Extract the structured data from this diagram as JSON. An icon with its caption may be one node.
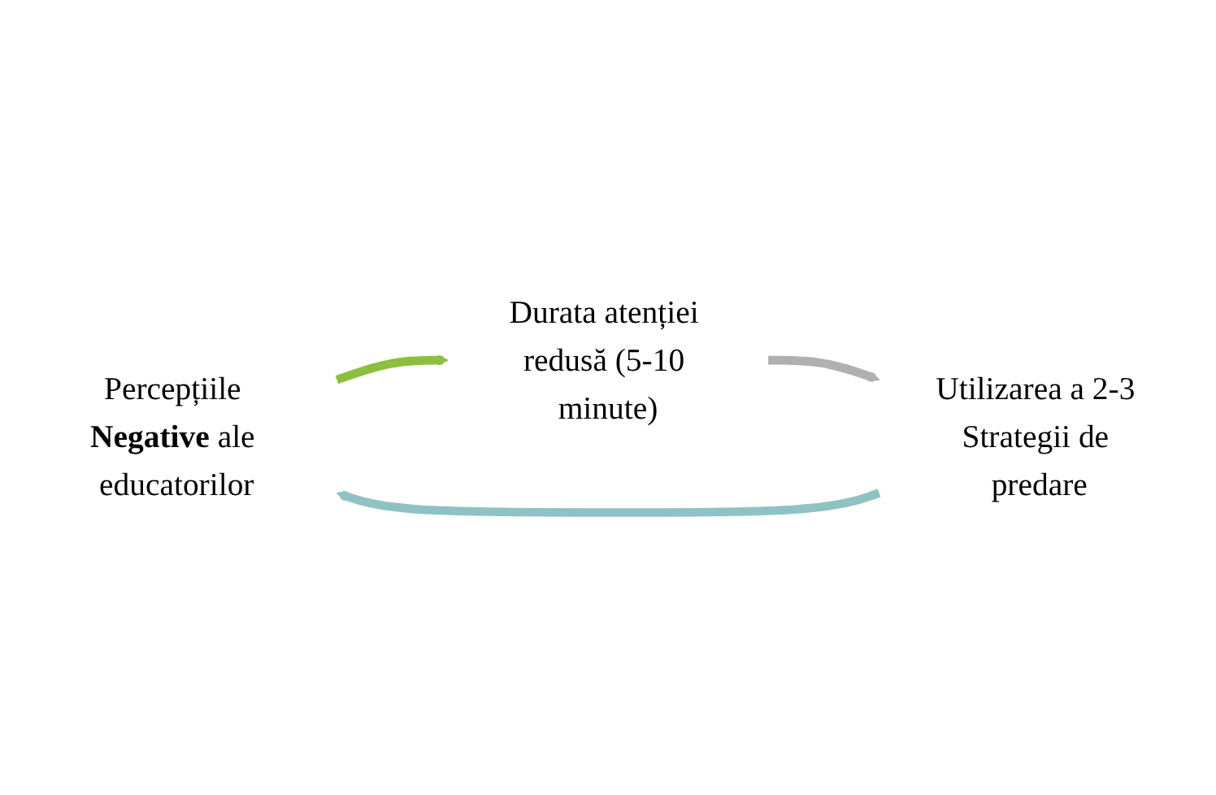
{
  "diagram": {
    "nodes": [
      {
        "text": [
          "Percepțiile **Negative** ale educatorilor"
        ]
      },
      {
        "text": [
          "Durata atenției redusă (5-10 minute)"
        ]
      },
      {
        "text": [
          "Utilizarea a 2-3 Strategii de predare"
        ]
      }
    ],
    "edges": [
      {
        "from": 0,
        "to": 1,
        "arrow": "to",
        "color": "#8cbf3f"
      },
      {
        "from": 1,
        "to": 2,
        "arrow": "to",
        "color": "#b0b0b0"
      },
      {
        "from": 2,
        "to": 0,
        "arrow": "to",
        "color": "#8fc3c3"
      }
    ]
  }
}
